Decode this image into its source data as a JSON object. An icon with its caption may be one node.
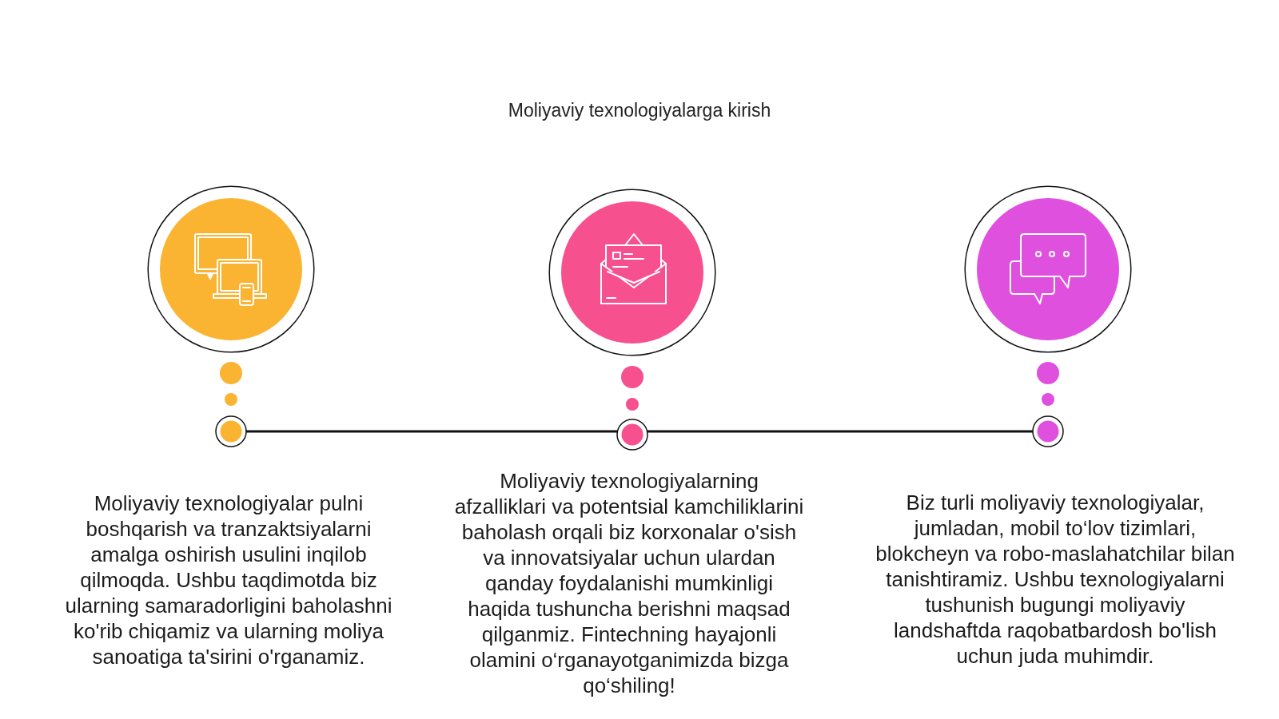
{
  "diagram": {
    "title": "Moliyaviy texnologiyalarga kirish",
    "nodes": [
      {
        "text": [],
        "shape": "circle",
        "beside": [
          "Moliyaviy texnologiyalar pulni boshqarish va tranzaktsiyalarni amalga oshirish usulini inqilob qilmoqda. Ushbu taqdimotda biz ularning samaradorligini baholashni ko'rib chiqamiz va ularning moliya sanoatiga ta'sirini o'rganamiz."
        ]
      },
      {
        "text": [],
        "shape": "circle",
        "beside": [
          "Moliyaviy texnologiyalarning afzalliklari va potentsial kamchiliklarini baholash orqali biz korxonalar o'sish va innovatsiyalar uchun ulardan qanday foydalanishi mumkinligi haqida tushuncha berishni maqsad qilganmiz. Fintechning hayajonli olamini o‘rganayotganimizda bizga qo‘shiling!"
        ]
      },
      {
        "text": [],
        "shape": "circle",
        "beside": [
          "Biz turli moliyaviy texnologiyalar, jumladan, mobil to‘lov tizimlari, blokcheyn va robo-maslahatchilar bilan tanishtiramiz. Ushbu texnologiyalarni tushunish bugungi moliyaviy landshaftda raqobatbardosh bo'lish uchun juda muhimdir."
        ]
      }
    ],
    "edges": [
      {
        "from": 0,
        "to": 1,
        "arrow": "none"
      },
      {
        "from": 1,
        "to": 2,
        "arrow": "none"
      }
    ]
  }
}
